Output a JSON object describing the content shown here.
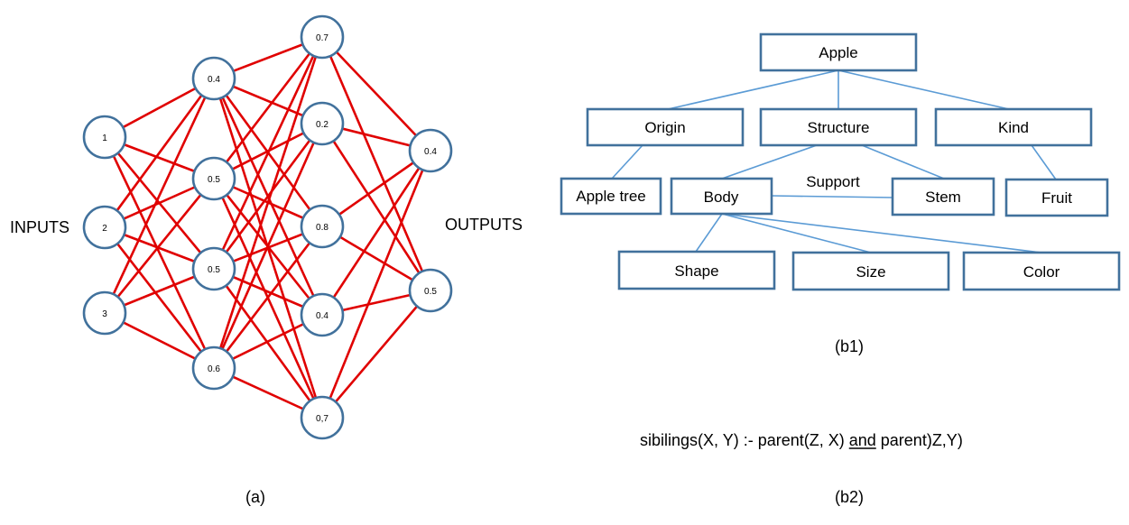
{
  "network": {
    "inputs_label": "INPUTS",
    "outputs_label": "OUTPUTS",
    "caption": "(a)",
    "layers": [
      [
        "1",
        "2",
        "3"
      ],
      [
        "0.4",
        "0.5",
        "0.5",
        "0.6"
      ],
      [
        "0.7",
        "0.2",
        "0.8",
        "0.4",
        "0,7"
      ],
      [
        "0.4",
        "0.5"
      ]
    ],
    "connection_color": "#e00000",
    "node_border_color": "#41719c"
  },
  "tree": {
    "caption": "(b1)",
    "root": "Apple",
    "level1": [
      "Origin",
      "Structure",
      "Kind"
    ],
    "origin_child": "Apple tree",
    "structure_children": [
      "Body",
      "Stem"
    ],
    "kind_child": "Fruit",
    "relation_label": "Support",
    "body_children": [
      "Shape",
      "Size",
      "Color"
    ],
    "box_border_color": "#41719c",
    "edge_color": "#5b9bd5"
  },
  "rule": {
    "prefix": "sibilings(X, Y) :- parent(Z, X) ",
    "keyword": "and",
    "suffix": "  parent)Z,Y)",
    "caption": "(b2)"
  }
}
